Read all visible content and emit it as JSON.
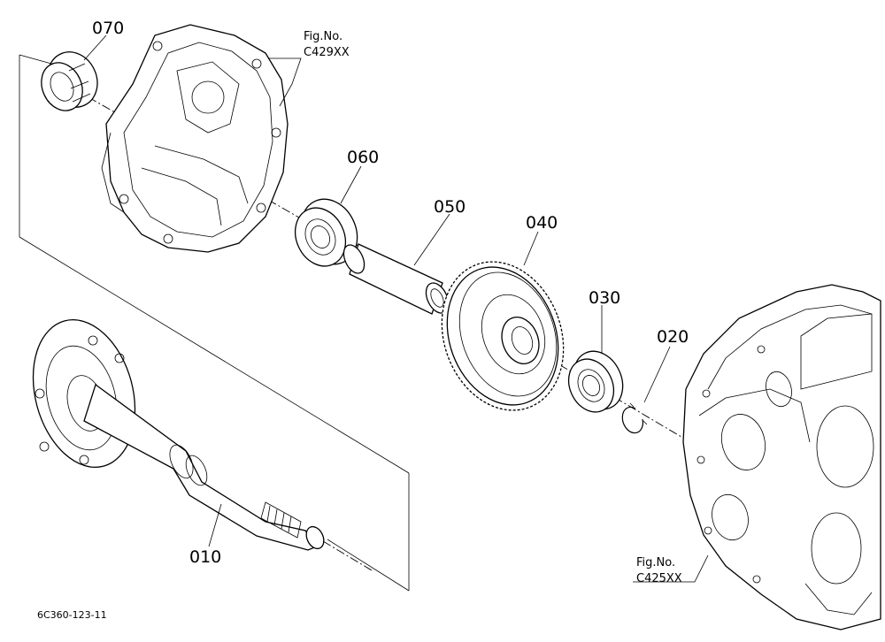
{
  "labels": {
    "p070": "070",
    "p060": "060",
    "p050": "050",
    "p040": "040",
    "p030": "030",
    "p020": "020",
    "p010": "010"
  },
  "references": {
    "top_line1": "Fig.No.",
    "top_line2": "C429XX",
    "bottom_line1": "Fig.No.",
    "bottom_line2": "C425XX"
  },
  "drawing_code": "6C360-123-11"
}
